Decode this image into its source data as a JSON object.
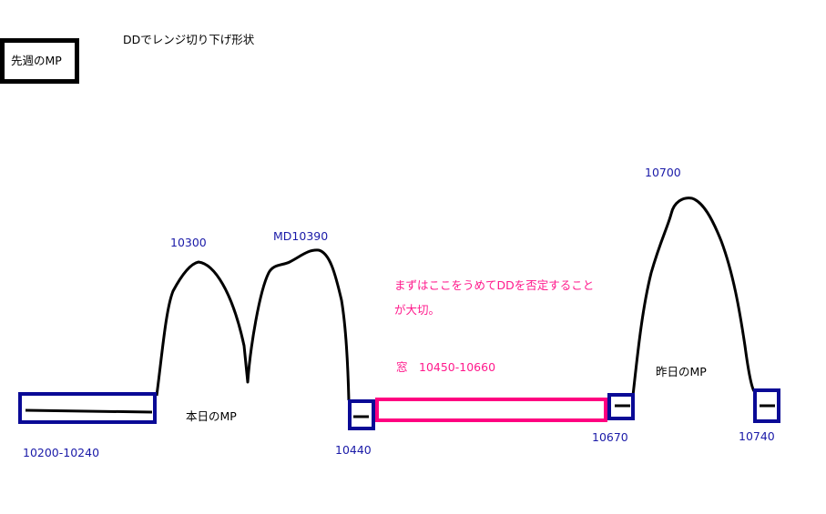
{
  "title": "DDでレンジ切り下げ形状",
  "last_week_mp": "先週のMP",
  "today_mp": "本日のMP",
  "yesterday_mp": "昨日のMP",
  "labels": {
    "range_left": "10200-10240",
    "peak1": "10300",
    "peak2": "MD10390",
    "low_mid": "10440",
    "low_right": "10670",
    "peak3": "10700",
    "right_end": "10740"
  },
  "note": {
    "line1": "まずはここをうめてDDを否定すること",
    "line2": "が大切。",
    "window": "窓　10450-10660"
  },
  "colors": {
    "navy": "#0a0a96",
    "pink": "#ff0080",
    "text_blue": "#1a1aa8"
  }
}
